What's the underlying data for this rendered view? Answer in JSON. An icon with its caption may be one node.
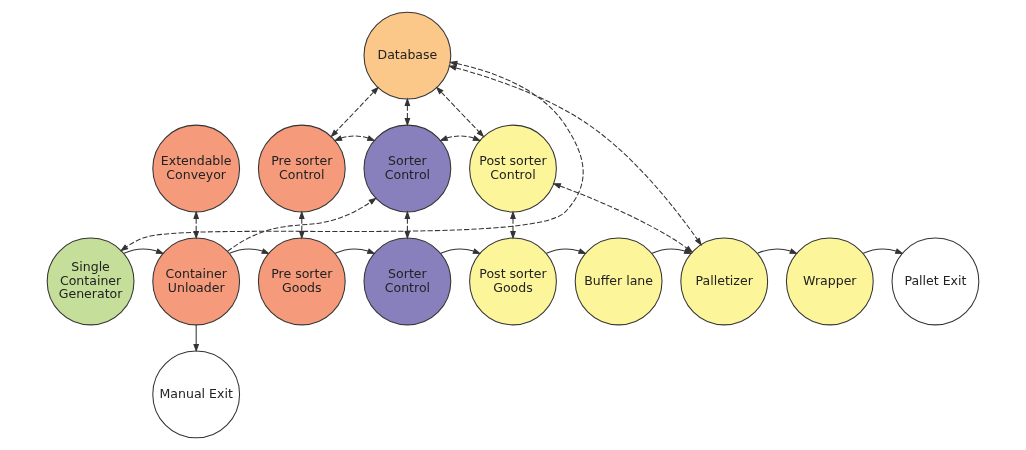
{
  "diagram": {
    "nodes": [
      {
        "text": [
          "Database"
        ]
      },
      {
        "text": [
          "Extendable Conveyor"
        ]
      },
      {
        "text": [
          "Pre sorter Control"
        ]
      },
      {
        "text": [
          "Sorter Control"
        ]
      },
      {
        "text": [
          "Post sorter Control"
        ]
      },
      {
        "text": [
          "Single Container Generator"
        ]
      },
      {
        "text": [
          "Container Unloader"
        ]
      },
      {
        "text": [
          "Pre sorter Goods"
        ]
      },
      {
        "text": [
          "Sorter Control"
        ]
      },
      {
        "text": [
          "Post sorter Goods"
        ]
      },
      {
        "text": [
          "Buffer lane"
        ]
      },
      {
        "text": [
          "Palletizer"
        ]
      },
      {
        "text": [
          "Wrapper"
        ]
      },
      {
        "text": [
          "Pallet Exit"
        ]
      },
      {
        "text": [
          "Manual Exit"
        ]
      }
    ],
    "edges": [
      {
        "from": 0,
        "to": 5,
        "arrow": "both",
        "style": "dashed"
      },
      {
        "from": 0,
        "to": 11,
        "arrow": "both",
        "style": "dashed"
      },
      {
        "from": 6,
        "to": 3,
        "arrow": "to",
        "style": "dashed"
      },
      {
        "from": 0,
        "to": 2,
        "arrow": "both",
        "style": "dashed"
      },
      {
        "from": 0,
        "to": 3,
        "arrow": "both",
        "style": "dashed"
      },
      {
        "from": 0,
        "to": 4,
        "arrow": "both",
        "style": "dashed"
      },
      {
        "from": 2,
        "to": 3,
        "arrow": "both",
        "style": "dashed"
      },
      {
        "from": 3,
        "to": 4,
        "arrow": "both",
        "style": "dashed"
      },
      {
        "from": 4,
        "to": 11,
        "arrow": "both",
        "style": "dashed"
      },
      {
        "from": 1,
        "to": 6,
        "arrow": "both",
        "style": "dashed"
      },
      {
        "from": 2,
        "to": 7,
        "arrow": "both",
        "style": "dashed"
      },
      {
        "from": 3,
        "to": 8,
        "arrow": "both",
        "style": "dashed"
      },
      {
        "from": 4,
        "to": 9,
        "arrow": "both",
        "style": "dashed"
      },
      {
        "from": 5,
        "to": 6,
        "arrow": "to"
      },
      {
        "from": 6,
        "to": 7,
        "arrow": "to"
      },
      {
        "from": 7,
        "to": 8,
        "arrow": "to"
      },
      {
        "from": 8,
        "to": 9,
        "arrow": "to"
      },
      {
        "from": 9,
        "to": 10,
        "arrow": "to"
      },
      {
        "from": 10,
        "to": 11,
        "arrow": "to"
      },
      {
        "from": 11,
        "to": 12,
        "arrow": "to"
      },
      {
        "from": 12,
        "to": 13,
        "arrow": "to"
      },
      {
        "from": 6,
        "to": 14,
        "arrow": "to"
      }
    ]
  }
}
